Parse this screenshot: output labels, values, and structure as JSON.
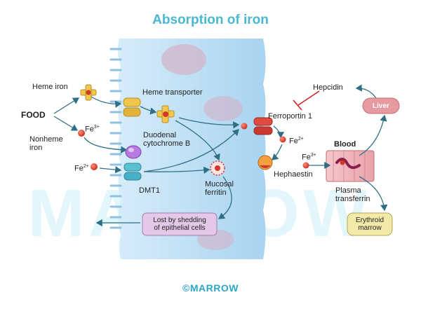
{
  "title": "Absorption of iron",
  "watermark": "MARROW",
  "copyright": "©MARROW",
  "labels": {
    "heme_iron": "Heme iron",
    "food": "FOOD",
    "nonheme_iron": "Nonheme\niron",
    "fe3_left": "Fe",
    "fe3_left_sup": "3+",
    "fe2_left": "Fe",
    "fe2_left_sup": "2+",
    "heme_transporter": "Heme transporter",
    "duodenal_cytochrome_b": "Duodenal\ncytochrome B",
    "dmt1": "DMT1",
    "mucosal_ferritin": "Mucosal\nferritin",
    "lost_by_shedding": "Lost by shedding\nof epithelial cells",
    "ferroportin": "Ferroportin 1",
    "fe2_right": "Fe",
    "fe2_right_sup": "2+",
    "fe3_right": "Fe",
    "fe3_right_sup": "3+",
    "hephaestin": "Hephaestin",
    "hepcidin": "Hepcidin",
    "liver": "Liver",
    "blood": "Blood",
    "plasma_transferrin": "Plasma\ntransferrin",
    "erythroid_marrow": "Erythroid\nmarrow"
  },
  "colors": {
    "title": "#4ab9cf",
    "cell": "#bfe0f5",
    "arrow": "#2f6f86",
    "inhibit": "#cc2222",
    "liver": "#e59aa0",
    "shedding_box": "#e3c8e8",
    "marrow_box": "#f3e9a8"
  }
}
